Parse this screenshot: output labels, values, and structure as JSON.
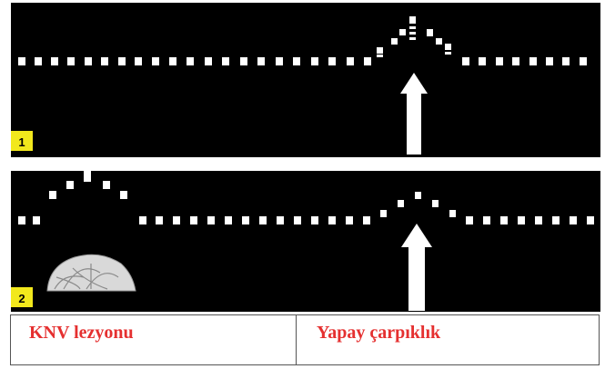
{
  "colors": {
    "background": "#000000",
    "marker": "#ffffff",
    "arrow": "#ffffff",
    "badge": "#f2e81c",
    "caption_text": "#e53030",
    "caption_border": "#555555"
  },
  "panels": [
    {
      "number": "1",
      "arrow_icon": "up-arrow-icon"
    },
    {
      "number": "2",
      "arrow_icon": "up-arrow-icon",
      "lesion_icon": "fan-shaped-lesion-icon"
    }
  ],
  "captions": {
    "left": "KNV lezyonu",
    "right": "Yapay çarpıklık"
  }
}
